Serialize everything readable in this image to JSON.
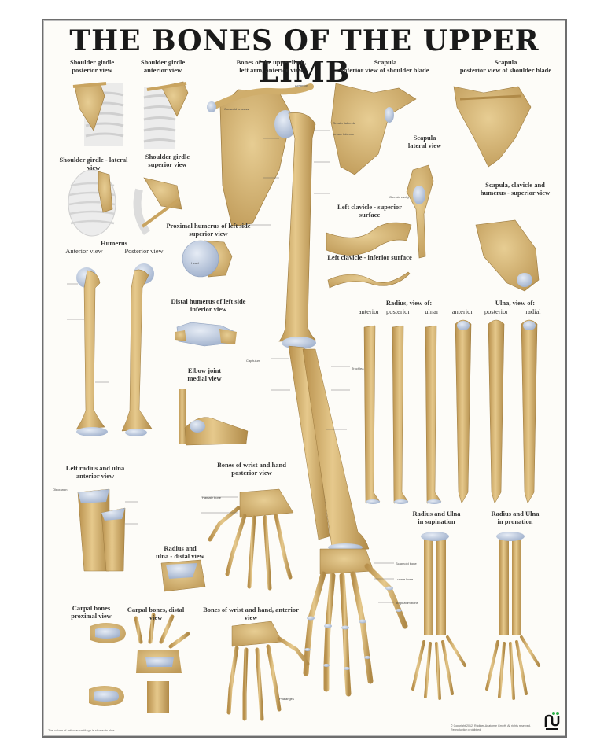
{
  "poster": {
    "title": "THE BONES OF THE UPPER LIMB",
    "colors": {
      "bone": "#d9b877",
      "bone_shadow": "#b08a48",
      "cartilage": "#b9c6dc",
      "rib_gray": "#e3e3e3",
      "frame": "#6e6e6e",
      "logo_black": "#111111",
      "logo_green": "#2fb24a"
    },
    "sections": {
      "shoulder_girdle_posterior": "Shoulder girdle\nposterior view",
      "shoulder_girdle_anterior": "Shoulder girdle\nanterior view",
      "bones_upper_limb": "Bones of the upper limb,\nleft arm, anterior view",
      "scapula_inferior": "Scapula\ninferior view of shoulder blade",
      "scapula_posterior": "Scapula\nposterior view of shoulder blade",
      "shoulder_girdle_lateral": "Shoulder girdle - lateral view",
      "shoulder_girdle_superior": "Shoulder girdle\nsuperior view",
      "scapula_lateral": "Scapula\nlateral view",
      "scapula_clavicle_humerus_superior": "Scapula, clavicle and\nhumerus - superior view",
      "proximal_humerus": "Proximal humerus of left side\nsuperior view",
      "left_clavicle_superior": "Left clavicle - superior surface",
      "left_clavicle_inferior": "Left clavicle - inferior surface",
      "humerus_heading": "Humerus",
      "humerus_anterior": "Anterior view",
      "humerus_posterior": "Posterior view",
      "distal_humerus": "Distal humerus of left side\ninferior view",
      "elbow_joint": "Elbow joint\nmedial view",
      "radius_views": "Radius, view of:",
      "radius_view_labels": [
        "anterior",
        "posterior",
        "ulnar"
      ],
      "ulna_views": "Ulna, view of:",
      "ulna_view_labels": [
        "anterior",
        "posterior",
        "radial"
      ],
      "left_radius_ulna": "Left radius and ulna\nanterior view",
      "wrist_hand_posterior": "Bones of wrist and hand\nposterior view",
      "radius_ulna_distal": "Radius and\nulna - distal view",
      "radius_ulna_supination": "Radius and Ulna\nin supination",
      "radius_ulna_pronation": "Radius and Ulna\nin pronation",
      "carpal_proximal": "Carpal bones\nproximal view",
      "carpal_distal": "Carpal bones, distal view",
      "wrist_hand_anterior": "Bones of wrist and hand, anterior view"
    },
    "labels": {
      "head": "Head",
      "greater_tubercle": "Greater tubercle",
      "lesser_tubercle": "Lesser tubercle",
      "trochlea": "Trochlea",
      "capitulum": "Capitulum",
      "olecranon": "Olecranon",
      "coracoid_process": "Coracoid process",
      "acromion": "Acromion",
      "glenoid_cavity": "Glenoid cavity",
      "scaphoid": "Scaphoid bone",
      "lunate": "Lunate bone",
      "trapezium": "Trapezium bone",
      "hamate": "Hamate bone",
      "phalanges": "Phalanges"
    },
    "footer_note": "The colour of articular cartilage is shown in blue",
    "copyright": "© Copyright 2012, Rüdiger-Anatomie GmbH. All rights reserved. Reproduction prohibited."
  }
}
